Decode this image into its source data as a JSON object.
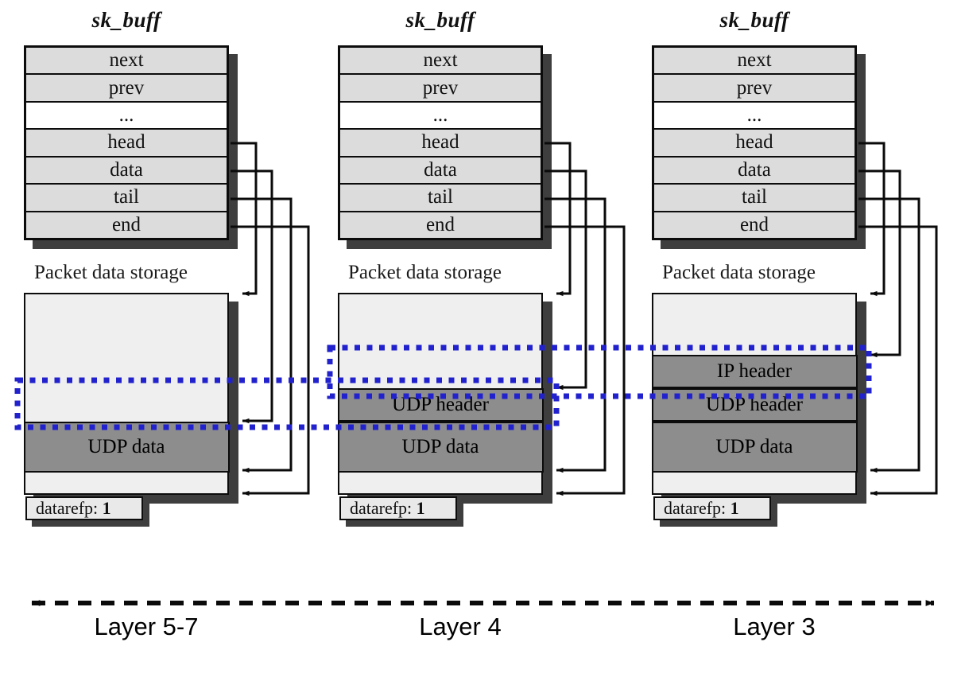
{
  "columns": [
    {
      "skbuff_title": "sk_buff",
      "fields": [
        "next",
        "prev",
        "...",
        "head",
        "data",
        "tail",
        "end"
      ],
      "storage_label": "Packet data storage",
      "bands": [
        {
          "label": "UDP data"
        }
      ],
      "dataref_label": "datarefp:",
      "dataref_value": "1",
      "layer_label": "Layer 5-7"
    },
    {
      "skbuff_title": "sk_buff",
      "fields": [
        "next",
        "prev",
        "...",
        "head",
        "data",
        "tail",
        "end"
      ],
      "storage_label": "Packet data storage",
      "bands": [
        {
          "label": "UDP header"
        },
        {
          "label": "UDP data"
        }
      ],
      "dataref_label": "datarefp:",
      "dataref_value": "1",
      "layer_label": "Layer 4"
    },
    {
      "skbuff_title": "sk_buff",
      "fields": [
        "next",
        "prev",
        "...",
        "head",
        "data",
        "tail",
        "end"
      ],
      "storage_label": "Packet data storage",
      "bands": [
        {
          "label": "IP header"
        },
        {
          "label": "UDP header"
        },
        {
          "label": "UDP data"
        }
      ],
      "dataref_label": "datarefp:",
      "dataref_value": "1",
      "layer_label": "Layer 3"
    }
  ],
  "pointer_fields": [
    "head",
    "data",
    "tail",
    "end"
  ],
  "highlights": [
    {
      "id": "ip-header-region"
    },
    {
      "id": "udp-header-region"
    }
  ],
  "colors": {
    "highlight_blue": "#2121cd",
    "row_fill": "#dcdcdc",
    "box_fill": "#eeefee",
    "band_fill": "#8d8d8d",
    "shadow": "#3e3e3e"
  }
}
